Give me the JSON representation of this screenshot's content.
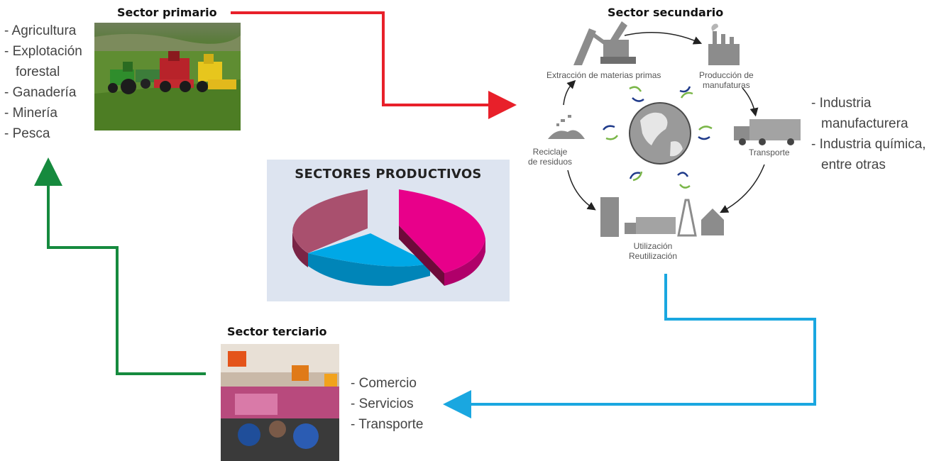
{
  "colors": {
    "primary_arrow": "#e8202a",
    "secondary_arrow": "#1aa7e0",
    "tertiary_arrow": "#168a3e",
    "pie_mauve": "#a9506e",
    "pie_magenta": "#e8008a",
    "pie_cyan": "#00a8e6",
    "panel_bg": "#dde4f0"
  },
  "primary": {
    "title": "Sector primario",
    "items": [
      "- Agricultura",
      "- Explotación",
      "forestal",
      "- Ganadería",
      "- Minería",
      "- Pesca"
    ],
    "photo_icon": "farm-machinery-photo"
  },
  "secondary": {
    "title": "Sector secundario",
    "cycle": {
      "extraction": "Extracción de materias primas",
      "production_1": "Producción de",
      "production_2": "manufaturas",
      "transport": "Transporte",
      "usage_1": "Utilización",
      "usage_2": "Reutilización",
      "recycle_1": "Reciclaje",
      "recycle_2": "de residuos"
    },
    "items": [
      "- Industria",
      "manufacturera",
      "- Industria química,",
      "entre otras"
    ]
  },
  "tertiary": {
    "title": "Sector terciario",
    "items": [
      "- Comercio",
      "- Servicios",
      "- Transporte"
    ],
    "photo_icon": "store-interior-photo"
  },
  "center": {
    "title": "SECTORES PRODUCTIVOS"
  }
}
